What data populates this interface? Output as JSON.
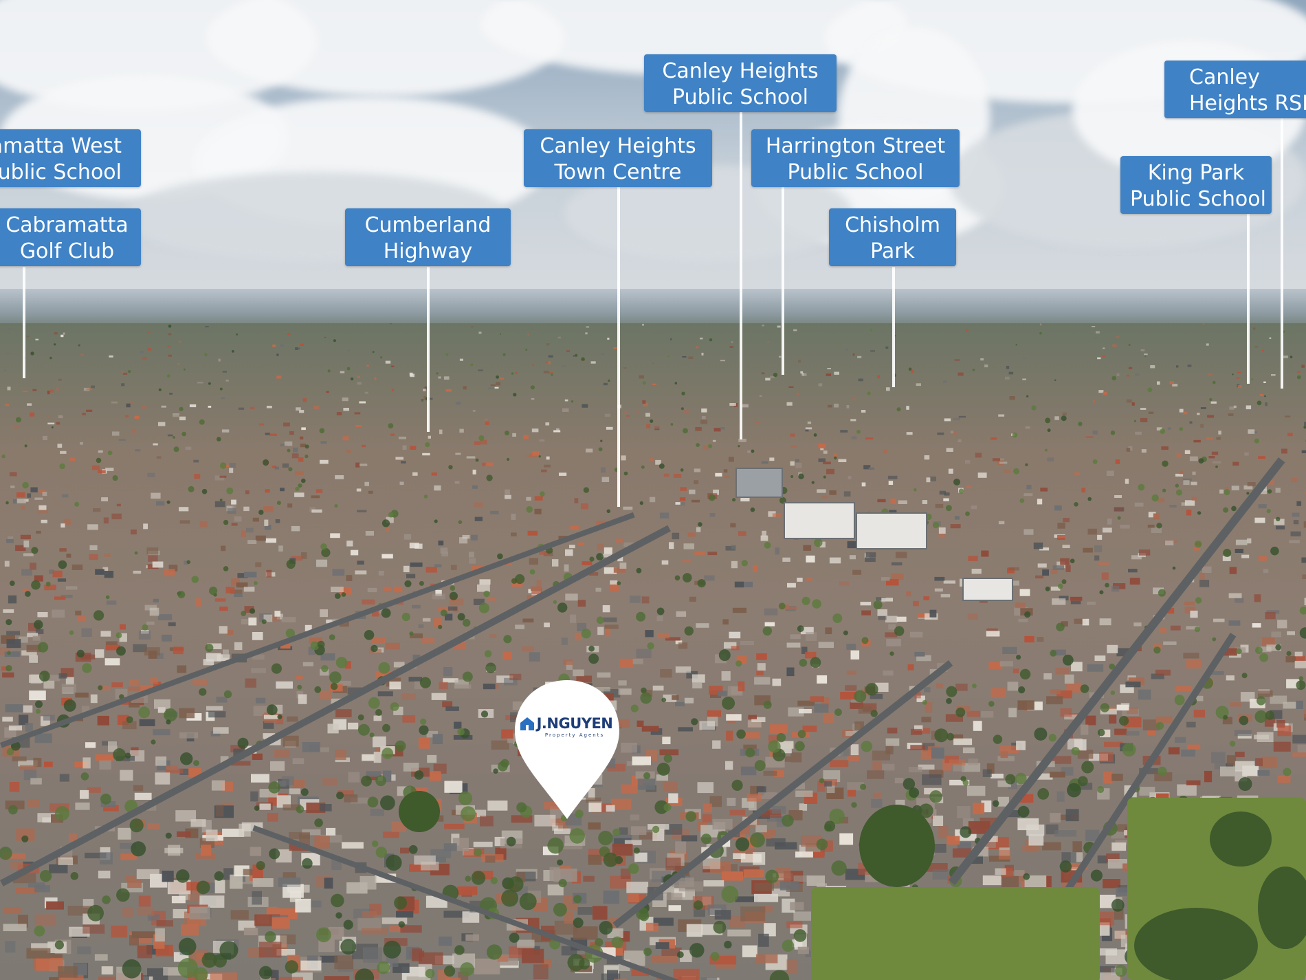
{
  "labels": [
    {
      "id": "parramatta-west",
      "text": "Parramatta West\nPublic School"
    },
    {
      "id": "cabramatta-golf",
      "text": "Cabramatta\nGolf Club"
    },
    {
      "id": "cumberland-hwy",
      "text": "Cumberland\nHighway"
    },
    {
      "id": "canley-town-centre",
      "text": "Canley Heights\nTown Centre"
    },
    {
      "id": "canley-public-school",
      "text": "Canley Heights\nPublic School"
    },
    {
      "id": "harrington-street",
      "text": "Harrington Street\nPublic School"
    },
    {
      "id": "chisholm-park",
      "text": "Chisholm\nPark"
    },
    {
      "id": "king-park",
      "text": "King Park\nPublic School"
    },
    {
      "id": "canley-rsl",
      "text": "Canley\nHeights RSL"
    }
  ],
  "pin": {
    "brand": "J.NGUYEN",
    "tagline": "Property Agents",
    "icon": "house-icon"
  },
  "colors": {
    "label_bg": "#3f82c6",
    "label_text": "#ffffff",
    "pin_bg": "#ffffff",
    "brand": "#1e3d78"
  }
}
